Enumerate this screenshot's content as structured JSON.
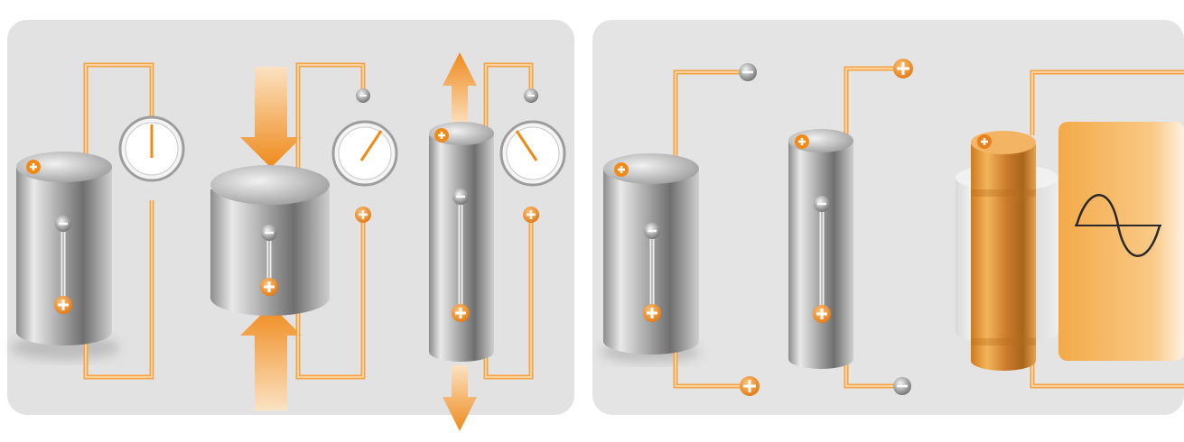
{
  "colors": {
    "background": "#ffffff",
    "panel": "#e2e2e2",
    "wire": "#f5a445",
    "wire_highlight": "#ffd9a8",
    "arrow": "#f08c1e",
    "cylinder_metal": "#b8b8b8",
    "cylinder_orange": "#e8952c",
    "plus_terminal": "#f28a18",
    "minus_terminal": "#8f8f8f",
    "gauge_face": "#ffffff",
    "needle": "#ef8a14",
    "signal_panel": "#f7b65c"
  },
  "icons": {
    "plus": "plus-terminal-icon",
    "minus": "minus-terminal-icon",
    "gauge": "gauge-icon",
    "arrow": "force-arrow-icon",
    "sine": "sine-wave-icon"
  },
  "left_panel": {
    "crystals": [
      {
        "id": "resting",
        "shape": "tall",
        "gauge_needle": "up",
        "force": "none"
      },
      {
        "id": "compressed",
        "shape": "squashed",
        "gauge_needle": "right",
        "force": "compression"
      },
      {
        "id": "stretched",
        "shape": "thin",
        "gauge_needle": "left",
        "force": "tension"
      }
    ]
  },
  "right_panel": {
    "crystals": [
      {
        "id": "wide",
        "top_terminal": "minus",
        "bottom_terminal": "plus"
      },
      {
        "id": "narrow",
        "top_terminal": "plus",
        "bottom_terminal": "minus"
      },
      {
        "id": "oscillating",
        "signal": "sine"
      }
    ]
  }
}
